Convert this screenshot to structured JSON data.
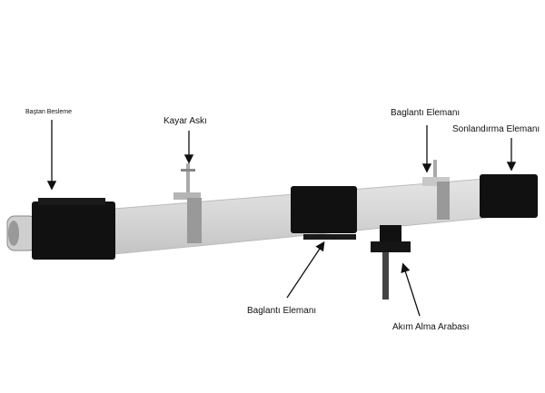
{
  "labels": {
    "feed": "Baştan Besleme",
    "hanger": "Kayar Askı",
    "connector_top": "Baglantı Elemanı",
    "end_cap": "Sonlandırma Elemanı",
    "connector_bottom": "Baglantı Elemanı",
    "collector": "Akım Alma Arabası"
  }
}
